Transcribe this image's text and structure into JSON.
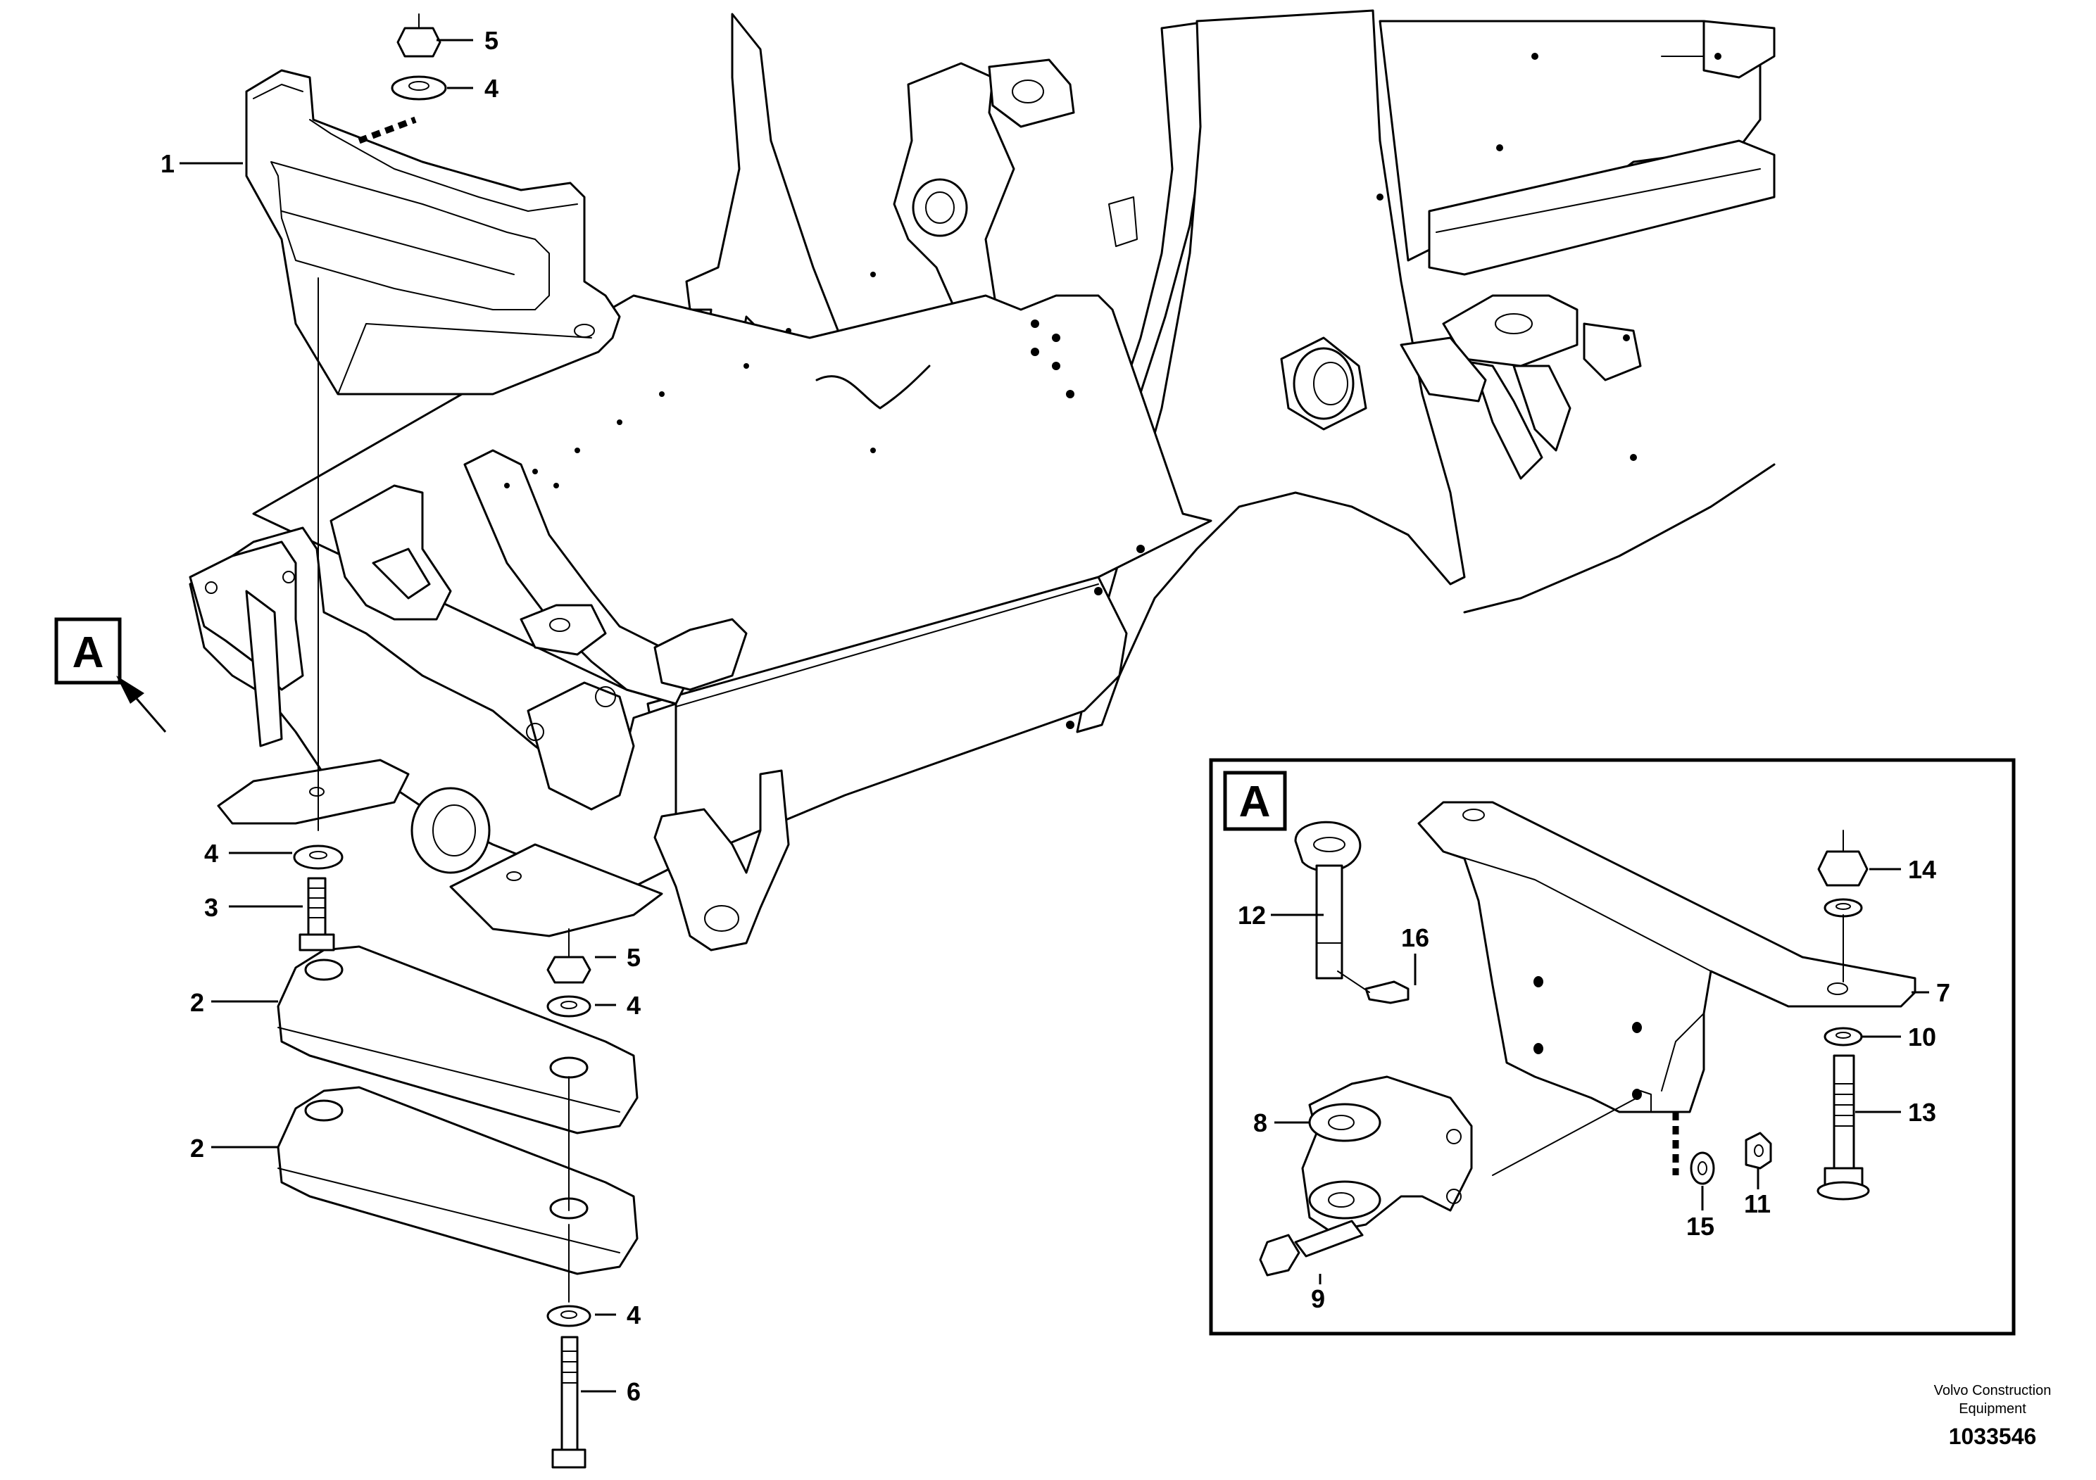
{
  "views": {
    "main_view_label": "A",
    "detail_view_label": "A"
  },
  "callouts": {
    "c1": "1",
    "c2a": "2",
    "c2b": "2",
    "c3": "3",
    "c4_top": "4",
    "c4_left": "4",
    "c4_mid": "4",
    "c4_bottom": "4",
    "c5_top": "5",
    "c5_mid": "5",
    "c6": "6",
    "c7": "7",
    "c8": "8",
    "c9": "9",
    "c10": "10",
    "c11": "11",
    "c12": "12",
    "c13": "13",
    "c14": "14",
    "c15": "15",
    "c16": "16"
  },
  "footer": {
    "line1": "Volvo Construction",
    "line2": "Equipment",
    "doc_number": "1033546"
  }
}
